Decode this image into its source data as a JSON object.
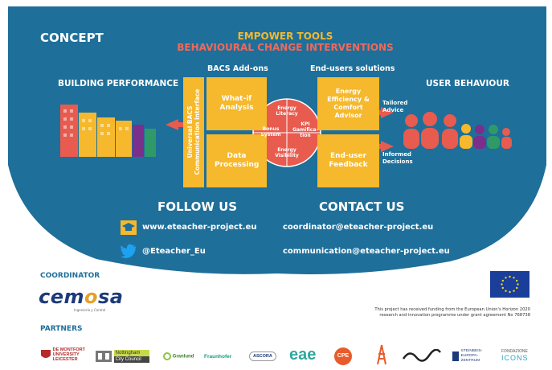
{
  "header": {
    "concept": "CONCEPT",
    "empower": "EMPOWER TOOLS",
    "behavioural": "BEHAVIOURAL CHANGE INTERVENTIONS"
  },
  "diagram": {
    "building_performance": "BUILDING PERFORMANCE",
    "user_behaviour": "USER BEHAVIOUR",
    "bacs_addons": "BACS Add-ons",
    "end_users_solutions": "End-users solutions",
    "universal_bacs": "Universal BACS Communication Interface",
    "what_if": "What-if Analysis",
    "data_processing": "Data Processing",
    "energy_efficiency": "Energy Efficiency & Comfort Advisor",
    "end_user_feedback": "End-user Feedback",
    "energy_literacy": "Energy Literacy",
    "bonus_system": "Bonus System",
    "kpi_gamification": "KPI Gamifica-tion",
    "energy_visibility": "Energy Visibility",
    "tailored_advice": "Tailored Advice",
    "informed_decisions": "Informed Decisions"
  },
  "follow": {
    "title": "FOLLOW US",
    "website": "www.eteacher-project.eu",
    "twitter": "@Eteacher_Eu"
  },
  "contact": {
    "title": "CONTACT US",
    "email1": "coordinator@eteacher-project.eu",
    "email2": "communication@eteacher-project.eu"
  },
  "coordinator": {
    "label": "COORDINATOR",
    "name_a": "cem",
    "name_o": "o",
    "name_b": "sa",
    "tagline": "Ingeniería y Control"
  },
  "funding_text": "This project has received funding from the European Union's Horizon 2020 research and innovation programme under grant agreement No 768738",
  "partners": {
    "label": "PARTNERS",
    "dmu": "DE MONTFORT UNIVERSITY LEICESTER",
    "nottingham_a": "Nottingham",
    "nottingham_b": "City Council",
    "granlund": "Granlund",
    "fraunhofer": "Fraunhofer",
    "ascora": "ASCORA",
    "eae": "eae",
    "cpe": "CPE",
    "steinbeis": "STEINBEIS-EUROPA-ZENTRUM",
    "fondazione": "FONDAZIONE",
    "icons": "ICONS"
  },
  "colors": {
    "blue": "#1e6f9a",
    "yellow": "#f6b82c",
    "red": "#e85b4f",
    "navy": "#1d3a7a"
  }
}
